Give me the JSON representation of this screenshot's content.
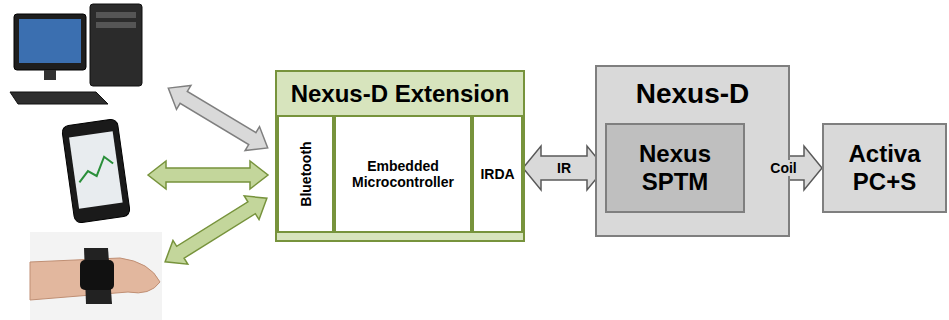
{
  "diagram": {
    "nodes": [
      {
        "text": [
          "Nexus-D Extension"
        ]
      },
      {
        "text": [
          "Bluetooth"
        ],
        "in": 0
      },
      {
        "text": [
          "Embedded Microcontroller"
        ],
        "in": 0
      },
      {
        "text": [
          "IRDA"
        ],
        "in": 0
      },
      {
        "text": [
          "Nexus-D"
        ]
      },
      {
        "text": [
          "Nexus SPTM"
        ],
        "in": 4
      },
      {
        "text": [
          "Activa PC+S"
        ]
      }
    ],
    "edges": [
      {
        "from": 3,
        "to": 5,
        "label": "IR",
        "arrow": "both"
      },
      {
        "from": 5,
        "to": 6,
        "label": "Coil",
        "arrow": "both"
      }
    ]
  }
}
